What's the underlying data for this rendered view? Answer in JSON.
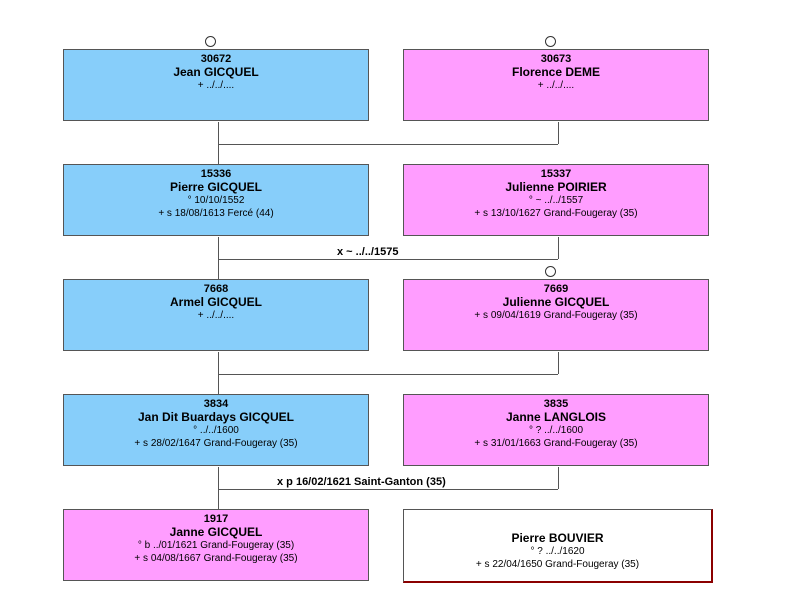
{
  "generations": [
    {
      "father": {
        "num": "30672",
        "name": "Jean GICQUEL",
        "line1": "",
        "line2": "+ ../../...."
      },
      "mother": {
        "num": "30673",
        "name": "Florence DEME",
        "line1": "",
        "line2": "+ ../../...."
      },
      "marriage": ""
    },
    {
      "father": {
        "num": "15336",
        "name": "Pierre GICQUEL",
        "line1": "° 10/10/1552",
        "line2": "+ s 18/08/1613 Fercé (44)"
      },
      "mother": {
        "num": "15337",
        "name": "Julienne POIRIER",
        "line1": "° ~ ../../1557",
        "line2": "+ s 13/10/1627 Grand-Fougeray (35)"
      },
      "marriage": "x ~ ../../1575"
    },
    {
      "father": {
        "num": "7668",
        "name": "Armel GICQUEL",
        "line1": "",
        "line2": "+ ../../...."
      },
      "mother": {
        "num": "7669",
        "name": "Julienne GICQUEL",
        "line1": "",
        "line2": "+ s 09/04/1619 Grand-Fougeray (35)"
      },
      "marriage": ""
    },
    {
      "father": {
        "num": "3834",
        "name": "Jan Dit Buardays GICQUEL",
        "line1": "° ../../1600",
        "line2": "+ s 28/02/1647 Grand-Fougeray (35)"
      },
      "mother": {
        "num": "3835",
        "name": "Janne LANGLOIS",
        "line1": "° ? ../../1600",
        "line2": "+ s 31/01/1663 Grand-Fougeray (35)"
      },
      "marriage": "x p 16/02/1621 Saint-Ganton (35)"
    },
    {
      "father": {
        "num": "1917",
        "name": "Janne GICQUEL",
        "line1": "° b ../01/1621 Grand-Fougeray (35)",
        "line2": "+ s 04/08/1667 Grand-Fougeray (35)"
      },
      "mother": {
        "num": "",
        "name": "Pierre BOUVIER",
        "line1": "° ? ../../1620",
        "line2": "+ s 22/04/1650 Grand-Fougeray (35)"
      },
      "marriage": ""
    }
  ]
}
